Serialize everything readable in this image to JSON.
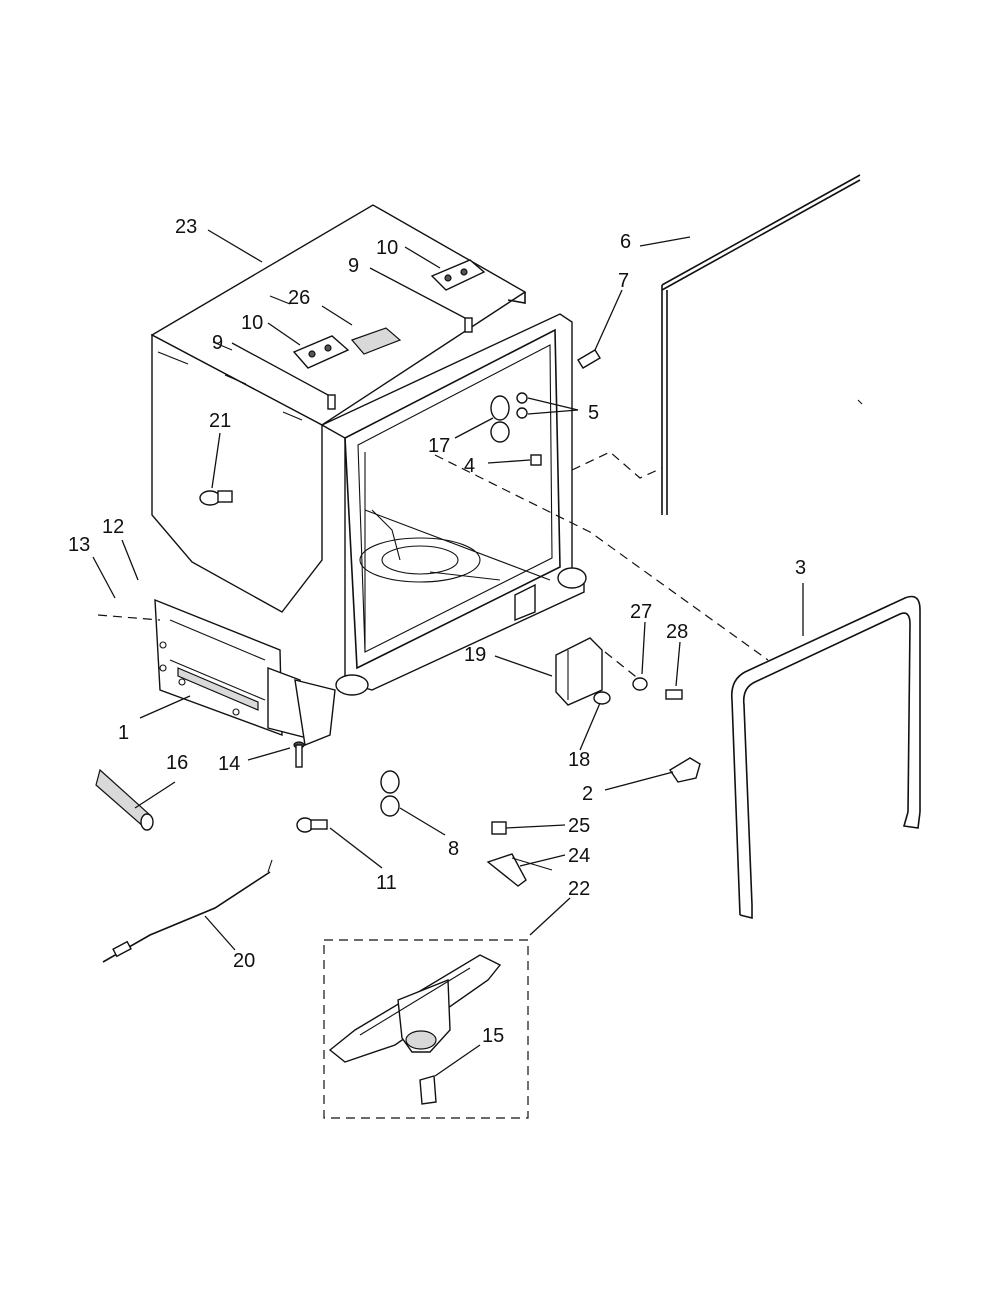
{
  "callouts": [
    {
      "id": "c23",
      "label": "23"
    },
    {
      "id": "c10a",
      "label": "10"
    },
    {
      "id": "c9a",
      "label": "9"
    },
    {
      "id": "c26",
      "label": "26"
    },
    {
      "id": "c10b",
      "label": "10"
    },
    {
      "id": "c9b",
      "label": "9"
    },
    {
      "id": "c21",
      "label": "21"
    },
    {
      "id": "c6",
      "label": "6"
    },
    {
      "id": "c7",
      "label": "7"
    },
    {
      "id": "c5",
      "label": "5"
    },
    {
      "id": "c17",
      "label": "17"
    },
    {
      "id": "c4",
      "label": "4"
    },
    {
      "id": "c12",
      "label": "12"
    },
    {
      "id": "c13",
      "label": "13"
    },
    {
      "id": "c3",
      "label": "3"
    },
    {
      "id": "c27",
      "label": "27"
    },
    {
      "id": "c28",
      "label": "28"
    },
    {
      "id": "c19",
      "label": "19"
    },
    {
      "id": "c18",
      "label": "18"
    },
    {
      "id": "c1",
      "label": "1"
    },
    {
      "id": "c16",
      "label": "16"
    },
    {
      "id": "c14",
      "label": "14"
    },
    {
      "id": "c2",
      "label": "2"
    },
    {
      "id": "c8",
      "label": "8"
    },
    {
      "id": "c25",
      "label": "25"
    },
    {
      "id": "c24",
      "label": "24"
    },
    {
      "id": "c11",
      "label": "11"
    },
    {
      "id": "c22",
      "label": "22"
    },
    {
      "id": "c20",
      "label": "20"
    },
    {
      "id": "c15",
      "label": "15"
    }
  ]
}
